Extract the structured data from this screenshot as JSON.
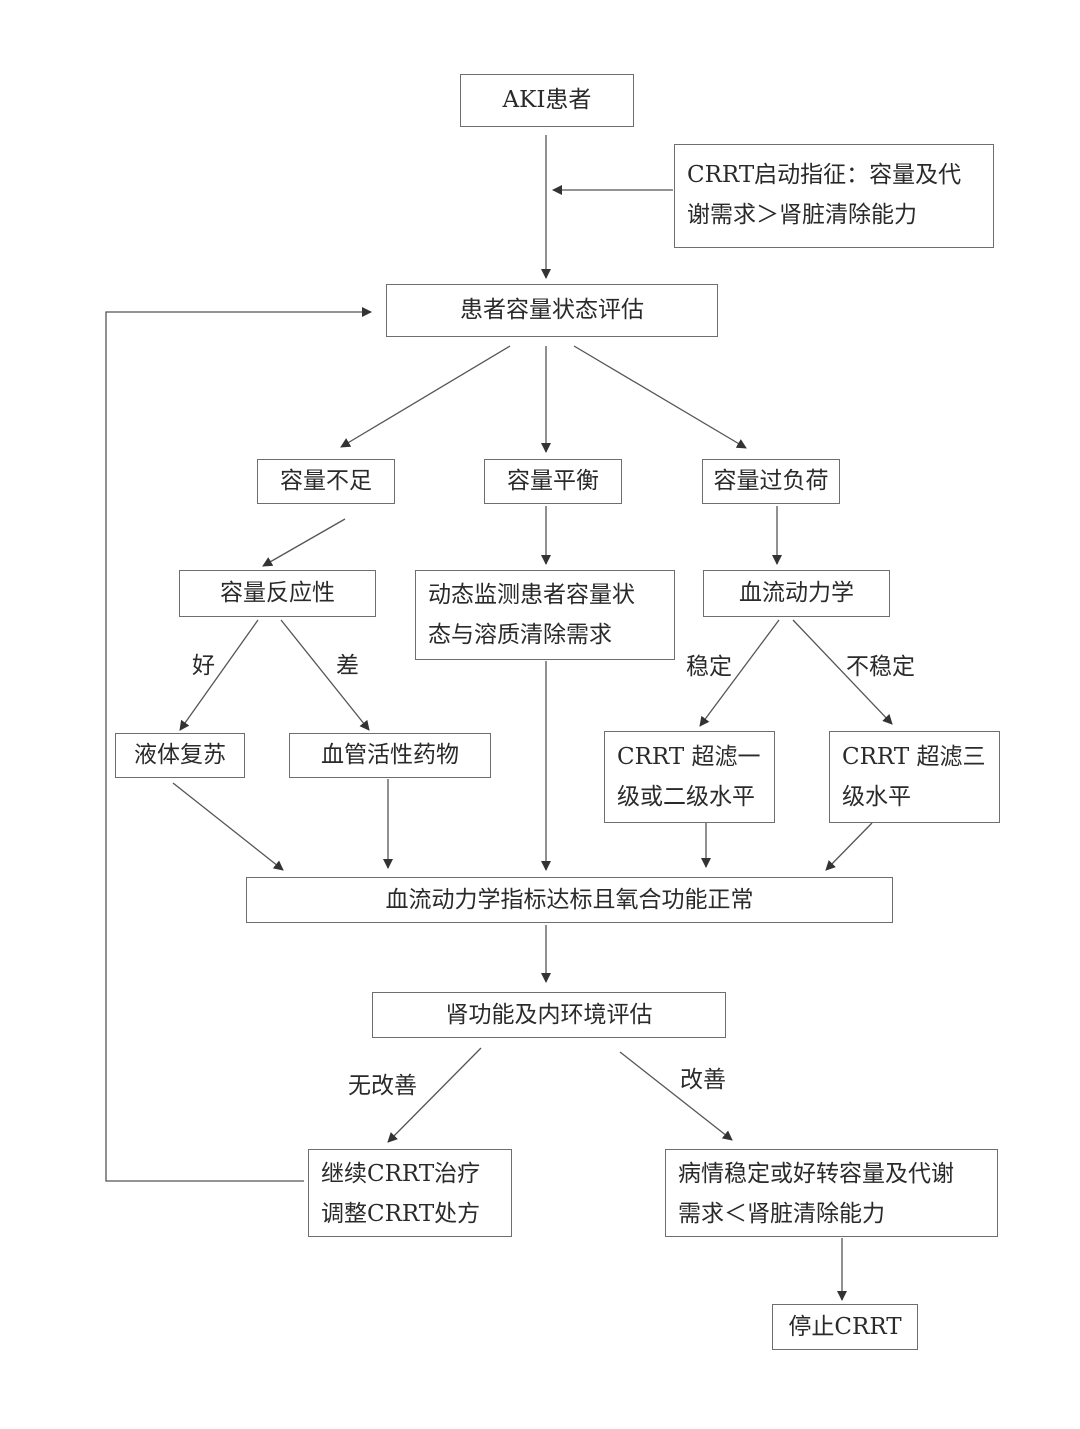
{
  "nodes": {
    "aki_patient": "AKI患者",
    "crrt_indication": "CRRT启动指征：容量及代\n谢需求＞肾脏清除能力",
    "volume_assessment": "患者容量状态评估",
    "volume_insufficient": "容量不足",
    "volume_balanced": "容量平衡",
    "volume_overload": "容量过负荷",
    "volume_responsiveness": "容量反应性",
    "dynamic_monitoring": "动态监测患者容量状\n态与溶质清除需求",
    "hemodynamics": "血流动力学",
    "fluid_resuscitation": "液体复苏",
    "vasoactive_drugs": "血管活性药物",
    "crrt_ultrafiltration_level_1_2": "CRRT 超滤一\n级或二级水平",
    "crrt_ultrafiltration_level_3": "CRRT 超滤三\n级水平",
    "hemodynamic_targets_met": "血流动力学指标达标且氧合功能正常",
    "renal_function_assessment": "肾功能及内环境评估",
    "continue_crrt": "继续CRRT治疗\n调整CRRT处方",
    "condition_stable": "病情稳定或好转容量及代谢\n需求＜肾脏清除能力",
    "stop_crrt": "停止CRRT"
  },
  "edge_labels": {
    "good": "好",
    "poor": "差",
    "stable": "稳定",
    "unstable": "不稳定",
    "no_improvement": "无改善",
    "improvement": "改善"
  }
}
